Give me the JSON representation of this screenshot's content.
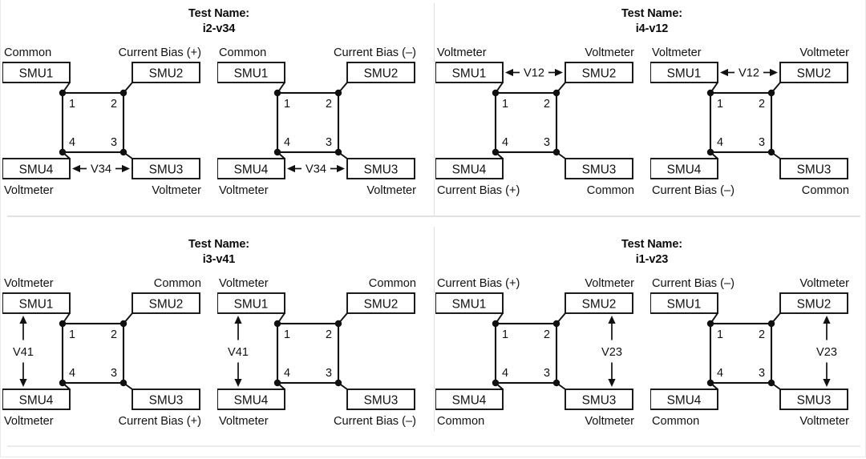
{
  "figure": {
    "type": "van-der-pauw-smu-connection-diagram",
    "title_prefix": "Test Name:",
    "node_labels": {
      "tl": "1",
      "tr": "2",
      "bl": "4",
      "br": "3"
    },
    "smu_labels": {
      "tl": "SMU1",
      "tr": "SMU2",
      "bl": "SMU4",
      "br": "SMU3"
    },
    "terms": {
      "common": "Common",
      "voltmeter": "Voltmeter",
      "bias_pos": "Current Bias (+)",
      "bias_neg": "Current Bias (–)"
    }
  },
  "quadrants": [
    {
      "id": "q-i2-v34",
      "test_name": "i2-v34",
      "diagrams": [
        {
          "id": "i2-v34-pos",
          "polarity": "+",
          "roles": {
            "tl": "Common",
            "tr": "Current Bias (+)",
            "bl": "Voltmeter",
            "br": "Voltmeter"
          },
          "measurement": {
            "label": "V34",
            "orientation": "horizontal",
            "position": "bottom",
            "between": [
              "SMU4",
              "SMU3"
            ]
          }
        },
        {
          "id": "i2-v34-neg",
          "polarity": "–",
          "roles": {
            "tl": "Common",
            "tr": "Current Bias (–)",
            "bl": "Voltmeter",
            "br": "Voltmeter"
          },
          "measurement": {
            "label": "V34",
            "orientation": "horizontal",
            "position": "bottom",
            "between": [
              "SMU4",
              "SMU3"
            ]
          }
        }
      ]
    },
    {
      "id": "q-i4-v12",
      "test_name": "i4-v12",
      "diagrams": [
        {
          "id": "i4-v12-pos",
          "polarity": "+",
          "roles": {
            "tl": "Voltmeter",
            "tr": "Voltmeter",
            "bl": "Current Bias (+)",
            "br": "Common"
          },
          "measurement": {
            "label": "V12",
            "orientation": "horizontal",
            "position": "top",
            "between": [
              "SMU1",
              "SMU2"
            ]
          }
        },
        {
          "id": "i4-v12-neg",
          "polarity": "–",
          "roles": {
            "tl": "Voltmeter",
            "tr": "Voltmeter",
            "bl": "Current Bias (–)",
            "br": "Common"
          },
          "measurement": {
            "label": "V12",
            "orientation": "horizontal",
            "position": "top",
            "between": [
              "SMU1",
              "SMU2"
            ]
          }
        }
      ]
    },
    {
      "id": "q-i3-v41",
      "test_name": "i3-v41",
      "diagrams": [
        {
          "id": "i3-v41-pos",
          "polarity": "+",
          "roles": {
            "tl": "Voltmeter",
            "tr": "Common",
            "bl": "Voltmeter",
            "br": "Current Bias (+)"
          },
          "measurement": {
            "label": "V41",
            "orientation": "vertical",
            "position": "left",
            "between": [
              "SMU1",
              "SMU4"
            ]
          }
        },
        {
          "id": "i3-v41-neg",
          "polarity": "–",
          "roles": {
            "tl": "Voltmeter",
            "tr": "Common",
            "bl": "Voltmeter",
            "br": "Current Bias (–)"
          },
          "measurement": {
            "label": "V41",
            "orientation": "vertical",
            "position": "left",
            "between": [
              "SMU1",
              "SMU4"
            ]
          }
        }
      ]
    },
    {
      "id": "q-i1-v23",
      "test_name": "i1-v23",
      "diagrams": [
        {
          "id": "i1-v23-pos",
          "polarity": "+",
          "roles": {
            "tl": "Current Bias (+)",
            "tr": "Voltmeter",
            "bl": "Common",
            "br": "Voltmeter"
          },
          "measurement": {
            "label": "V23",
            "orientation": "vertical",
            "position": "right",
            "between": [
              "SMU2",
              "SMU3"
            ]
          }
        },
        {
          "id": "i1-v23-neg",
          "polarity": "–",
          "roles": {
            "tl": "Current Bias (–)",
            "tr": "Voltmeter",
            "bl": "Common",
            "br": "Voltmeter"
          },
          "measurement": {
            "label": "V23",
            "orientation": "vertical",
            "position": "right",
            "between": [
              "SMU2",
              "SMU3"
            ]
          }
        }
      ]
    }
  ]
}
